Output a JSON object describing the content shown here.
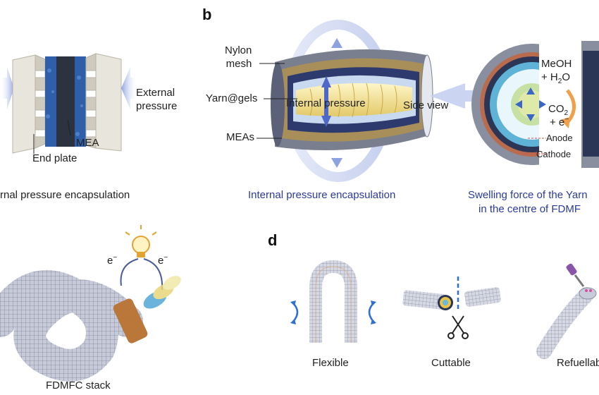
{
  "panel_a": {
    "external_pressure_line1": "External",
    "external_pressure_line2": "pressure",
    "mea": "MEA",
    "end_plate": "End plate",
    "caption": "rnal pressure encapsulation"
  },
  "panel_b": {
    "letter": "b",
    "nylon_line1": "Nylon",
    "nylon_line2": "mesh",
    "yarn_gels": "Yarn@gels",
    "meas": "MEAs",
    "internal_pressure": "Internal pressure",
    "side_view": "Side view",
    "caption": "Internal pressure encapsulation",
    "meoh": "MeOH",
    "h2o": "+ H",
    "h2o_sub": "2",
    "h2o_tail": "O",
    "co2": "CO",
    "co2_sub": "2",
    "electron": "+ e",
    "electron_sup": "−",
    "anode": "Anode",
    "cathode": "Cathode",
    "swelling_line1": "Swelling force of the Yarn",
    "swelling_line2": "in the centre of FDMF"
  },
  "panel_c": {
    "e_left": "e",
    "e_right": "e",
    "e_sup": "−",
    "stack_label": "FDMFC stack"
  },
  "panel_d": {
    "letter": "d",
    "flexible": "Flexible",
    "cuttable": "Cuttable",
    "refuellable": "Refuellab"
  },
  "colors": {
    "caption_blue": "#2a3b9c",
    "arrow_blue": "#9fb0e6",
    "orange": "#f0a04a",
    "mesh_grey": "#8a91a8"
  }
}
